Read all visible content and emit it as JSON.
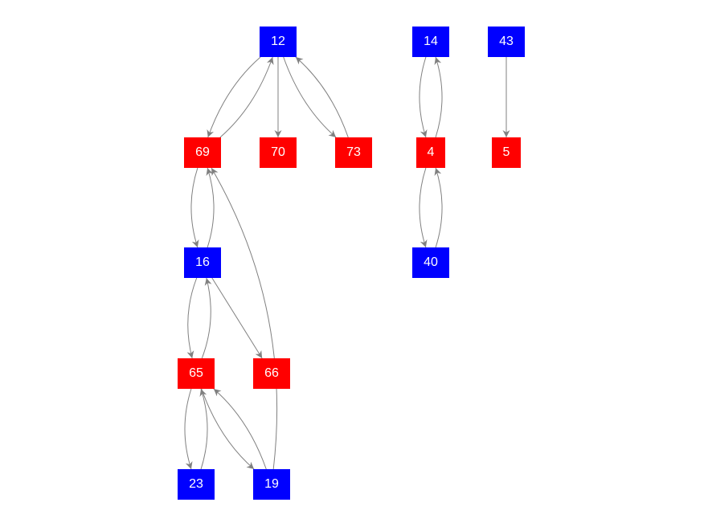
{
  "colors": {
    "blue": "#0000ff",
    "red": "#ff0000",
    "edge": "#808080"
  },
  "nodes": [
    {
      "id": "12",
      "label": "12",
      "color": "blue"
    },
    {
      "id": "14",
      "label": "14",
      "color": "blue"
    },
    {
      "id": "43",
      "label": "43",
      "color": "blue"
    },
    {
      "id": "69",
      "label": "69",
      "color": "red"
    },
    {
      "id": "70",
      "label": "70",
      "color": "red"
    },
    {
      "id": "73",
      "label": "73",
      "color": "red"
    },
    {
      "id": "4",
      "label": "4",
      "color": "red"
    },
    {
      "id": "5",
      "label": "5",
      "color": "red"
    },
    {
      "id": "16",
      "label": "16",
      "color": "blue"
    },
    {
      "id": "40",
      "label": "40",
      "color": "blue"
    },
    {
      "id": "65",
      "label": "65",
      "color": "red"
    },
    {
      "id": "66",
      "label": "66",
      "color": "red"
    },
    {
      "id": "23",
      "label": "23",
      "color": "blue"
    },
    {
      "id": "19",
      "label": "19",
      "color": "blue"
    }
  ],
  "edges": [
    {
      "from": "12",
      "to": "69"
    },
    {
      "from": "69",
      "to": "12"
    },
    {
      "from": "12",
      "to": "70"
    },
    {
      "from": "12",
      "to": "73"
    },
    {
      "from": "73",
      "to": "12"
    },
    {
      "from": "14",
      "to": "4"
    },
    {
      "from": "4",
      "to": "14"
    },
    {
      "from": "43",
      "to": "5"
    },
    {
      "from": "4",
      "to": "40"
    },
    {
      "from": "40",
      "to": "4"
    },
    {
      "from": "69",
      "to": "16"
    },
    {
      "from": "16",
      "to": "69"
    },
    {
      "from": "16",
      "to": "65"
    },
    {
      "from": "65",
      "to": "16"
    },
    {
      "from": "16",
      "to": "66"
    },
    {
      "from": "65",
      "to": "23"
    },
    {
      "from": "23",
      "to": "65"
    },
    {
      "from": "65",
      "to": "19"
    },
    {
      "from": "19",
      "to": "65"
    },
    {
      "from": "19",
      "to": "69"
    }
  ]
}
